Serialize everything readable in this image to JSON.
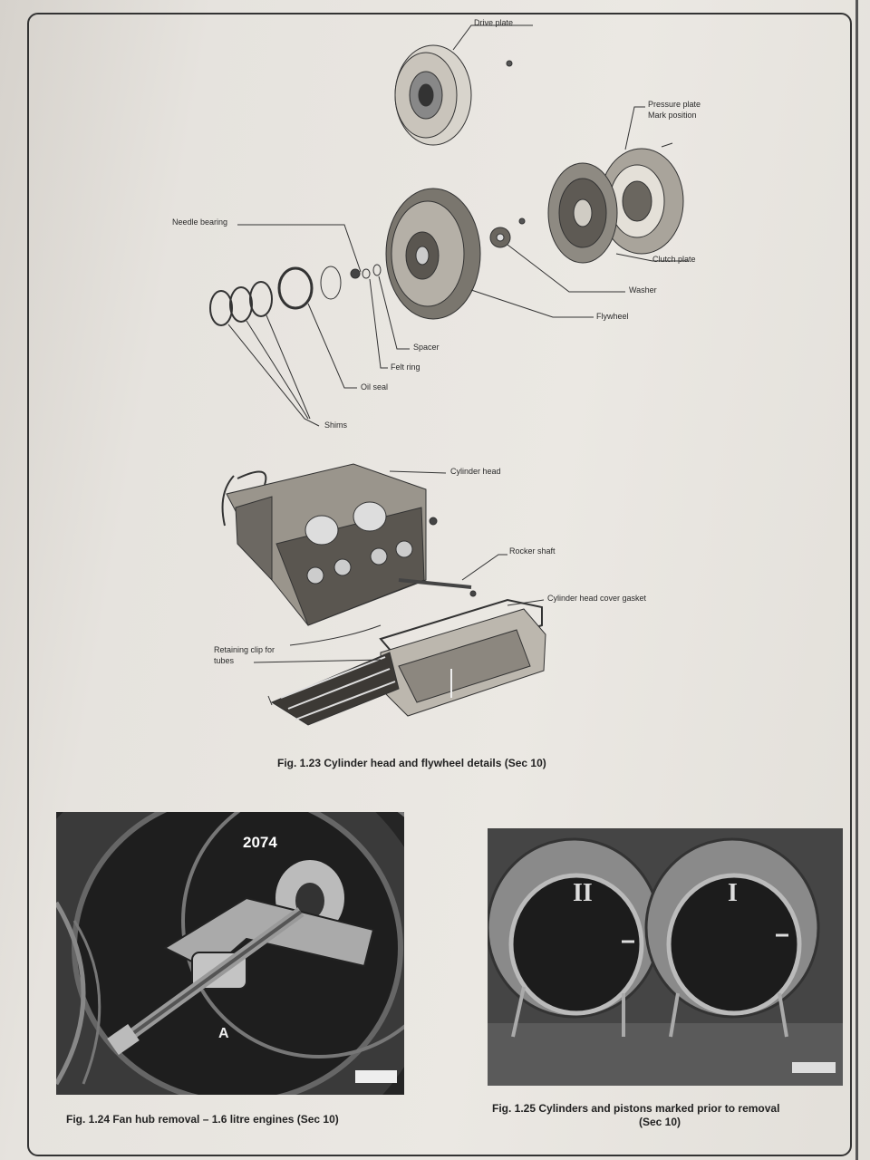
{
  "figure_123": {
    "labels": {
      "drive_plate": "Drive plate",
      "pressure_plate": "Pressure plate",
      "mark_position": "Mark position",
      "needle_bearing": "Needle bearing",
      "clutch_plate": "Clutch plate",
      "washer": "Washer",
      "flywheel": "Flywheel",
      "spacer": "Spacer",
      "felt_ring": "Felt ring",
      "oil_seal": "Oil seal",
      "shims": "Shims",
      "cylinder_head": "Cylinder head",
      "rocker_shaft": "Rocker shaft",
      "cylinder_head_cover_gasket": "Cylinder head cover gasket",
      "retaining_clip_line1": "Retaining clip for",
      "retaining_clip_line2": "tubes"
    },
    "caption": "Fig. 1.23 Cylinder head and flywheel details (Sec 10)"
  },
  "figure_124": {
    "tool_number": "2074",
    "label_a": "A",
    "caption": "Fig. 1.24 Fan hub removal – 1.6 litre engines (Sec 10)"
  },
  "figure_125": {
    "mark_left": "II",
    "mark_right": "I",
    "caption_line1": "Fig. 1.25 Cylinders and pistons marked prior to removal",
    "caption_line2": "(Sec 10)"
  }
}
